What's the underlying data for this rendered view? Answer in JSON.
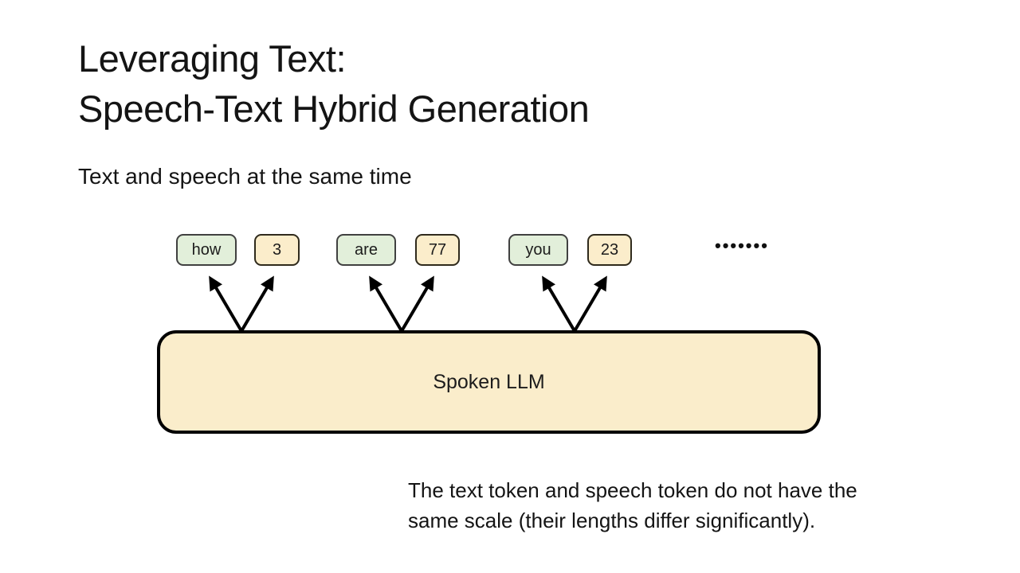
{
  "title": {
    "line1": "Leveraging Text:",
    "line2": "Speech-Text Hybrid Generation"
  },
  "subtitle": "Text and speech at the same time",
  "diagram": {
    "tokens": [
      {
        "label": "how",
        "type": "text"
      },
      {
        "label": "3",
        "type": "speech"
      },
      {
        "label": "are",
        "type": "text"
      },
      {
        "label": "77",
        "type": "speech"
      },
      {
        "label": "you",
        "type": "text"
      },
      {
        "label": "23",
        "type": "speech"
      }
    ],
    "ellipsis": "•••••••",
    "model_label": "Spoken LLM",
    "colors": {
      "text_token_fill": "#e2efda",
      "text_token_border": "#404040",
      "speech_token_fill": "#fbedcb",
      "speech_token_border": "#2f2a1c",
      "model_fill": "#faedcb",
      "model_border": "#000000",
      "arrow": "#000000"
    }
  },
  "caption": {
    "line1": "The text token and speech token do not have the",
    "line2": "same scale (their lengths differ significantly)."
  }
}
